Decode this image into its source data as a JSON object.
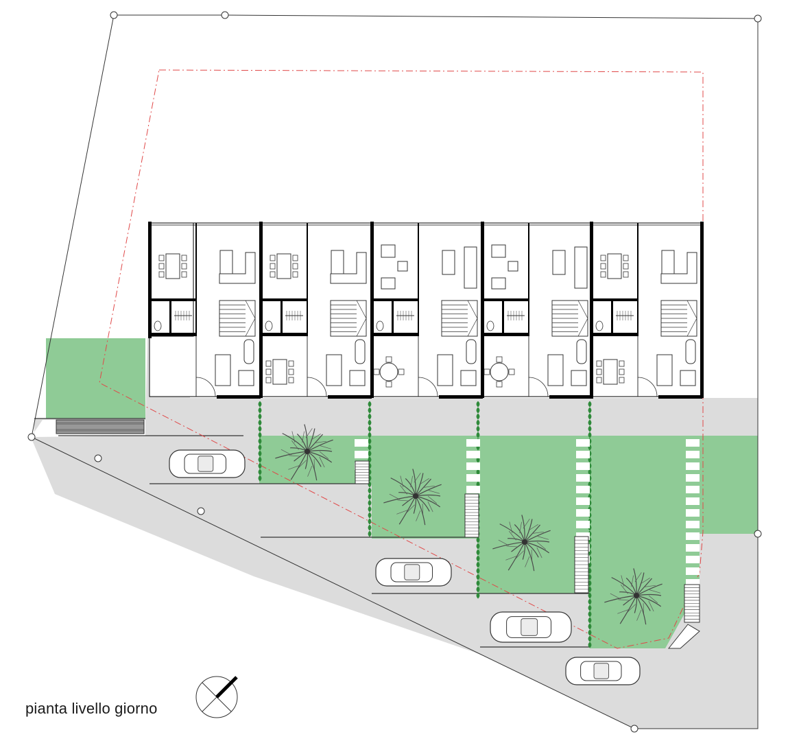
{
  "title": "pianta livello giorno",
  "colors": {
    "green": "#8fcb96",
    "paving": "#dcdcdc",
    "wall": "#000000",
    "line": "#333333",
    "boundary": "#e04848",
    "hedge": "#2f8a3a"
  },
  "units": [
    {
      "type": "dining-a"
    },
    {
      "type": "dining-a"
    },
    {
      "type": "lounge-b"
    },
    {
      "type": "lounge-b"
    },
    {
      "type": "dining-a"
    }
  ],
  "icons": [
    "tree-icon",
    "car-icon",
    "north-arrow-icon",
    "stair-icon"
  ]
}
